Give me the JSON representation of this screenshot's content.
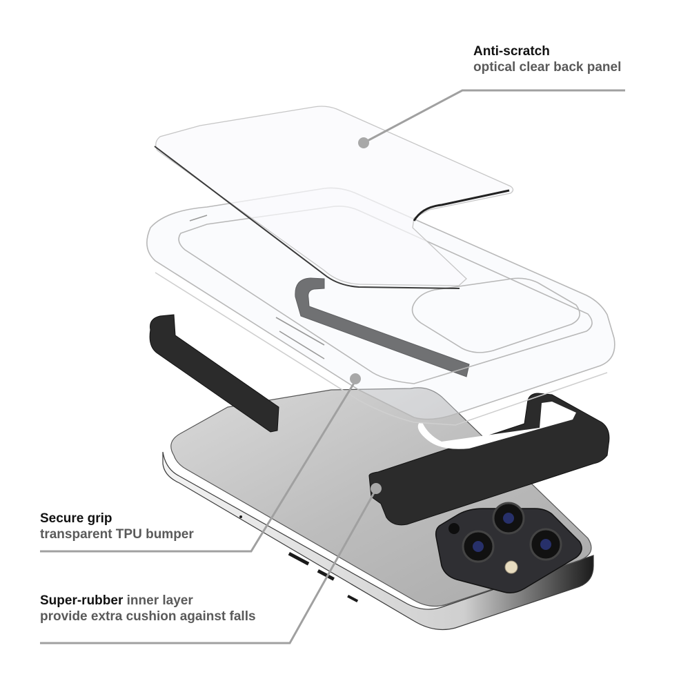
{
  "callouts": {
    "back_panel": {
      "title": "Anti-scratch",
      "subtitle": "optical clear back panel"
    },
    "bumper": {
      "title": "Secure grip",
      "subtitle": "transparent TPU bumper"
    },
    "inner_layer": {
      "title": "Super-rubber",
      "title_suffix": " inner layer",
      "subtitle": "provide extra cushion against falls"
    }
  },
  "components": [
    {
      "name": "back-panel",
      "description": "clear acrylic back panel"
    },
    {
      "name": "tpu-bumper",
      "description": "transparent TPU frame"
    },
    {
      "name": "rubber-inner-layer",
      "description": "black rubber inner rails"
    },
    {
      "name": "phone",
      "description": "smartphone with triple camera"
    }
  ],
  "colors": {
    "background": "#ffffff",
    "leader_line": "#a0a0a0",
    "title_text": "#111111",
    "subtitle_text": "#5a5a5a",
    "rubber": "#2b2b2b",
    "phone_back": "#c8c8c8"
  }
}
